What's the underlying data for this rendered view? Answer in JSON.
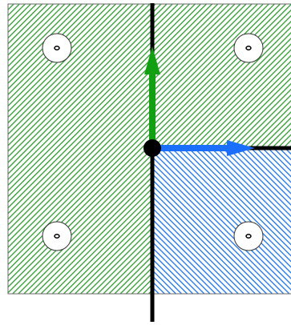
{
  "colors": {
    "background": "#ffffff",
    "green_hatch": "#2e9a2e",
    "blue_hatch": "#1a72e8",
    "green_arrow": "#12a012",
    "blue_arrow": "#1a6fff",
    "axis": "#000000",
    "frame": "#6a6a6a"
  },
  "quadrants": [
    {
      "id": "top-left",
      "fill": "green_hatch"
    },
    {
      "id": "top-right",
      "fill": "green_hatch"
    },
    {
      "id": "bottom-left",
      "fill": "green_hatch"
    },
    {
      "id": "bottom-right",
      "fill": "blue_hatch"
    }
  ],
  "markers": [
    {
      "quadrant": "top-left",
      "icon": "ring-marker-icon"
    },
    {
      "quadrant": "top-right",
      "icon": "ring-marker-icon"
    },
    {
      "quadrant": "bottom-left",
      "icon": "ring-marker-icon"
    },
    {
      "quadrant": "bottom-right",
      "icon": "ring-marker-icon"
    }
  ],
  "arrows": [
    {
      "direction": "up",
      "color": "green_arrow"
    },
    {
      "direction": "right",
      "color": "blue_arrow"
    }
  ],
  "origin": {
    "icon": "origin-dot-icon"
  }
}
